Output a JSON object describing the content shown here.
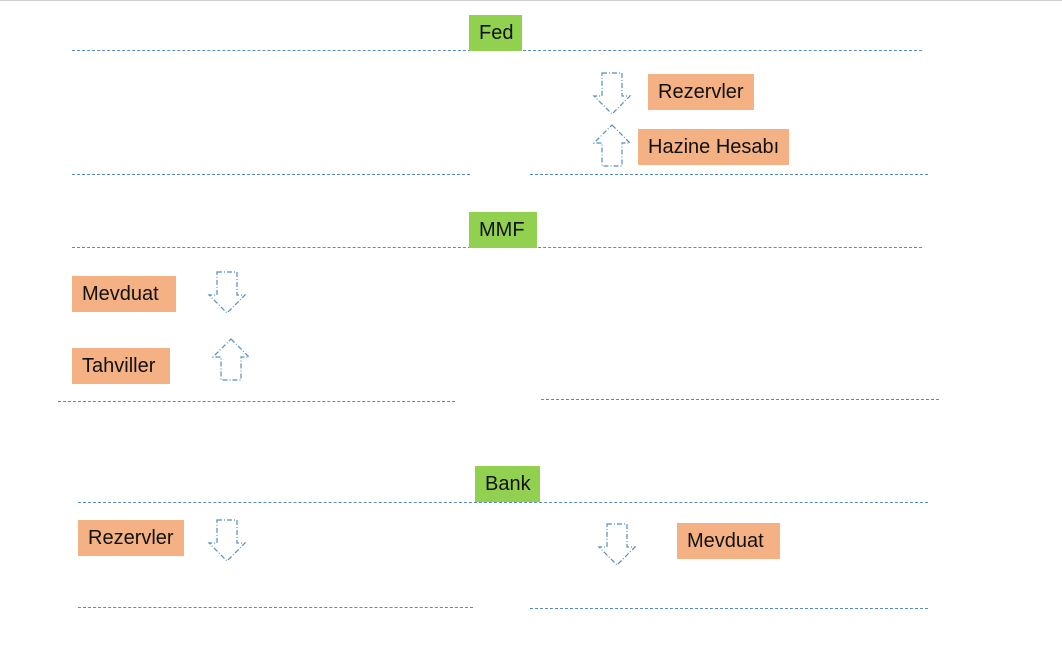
{
  "fed": {
    "title": "Fed",
    "labels": {
      "reserves": "Rezervler",
      "treasury_account": "Hazine Hesabı"
    }
  },
  "mmf": {
    "title": "MMF",
    "labels": {
      "deposits": "Mevduat",
      "bonds": "Tahviller"
    }
  },
  "bank": {
    "title": "Bank",
    "labels": {
      "reserves": "Rezervler",
      "deposits": "Mevduat"
    }
  },
  "colors": {
    "entity_box": "#92d050",
    "item_box": "#f4b183",
    "lines_arrows": "#5b8db8"
  }
}
